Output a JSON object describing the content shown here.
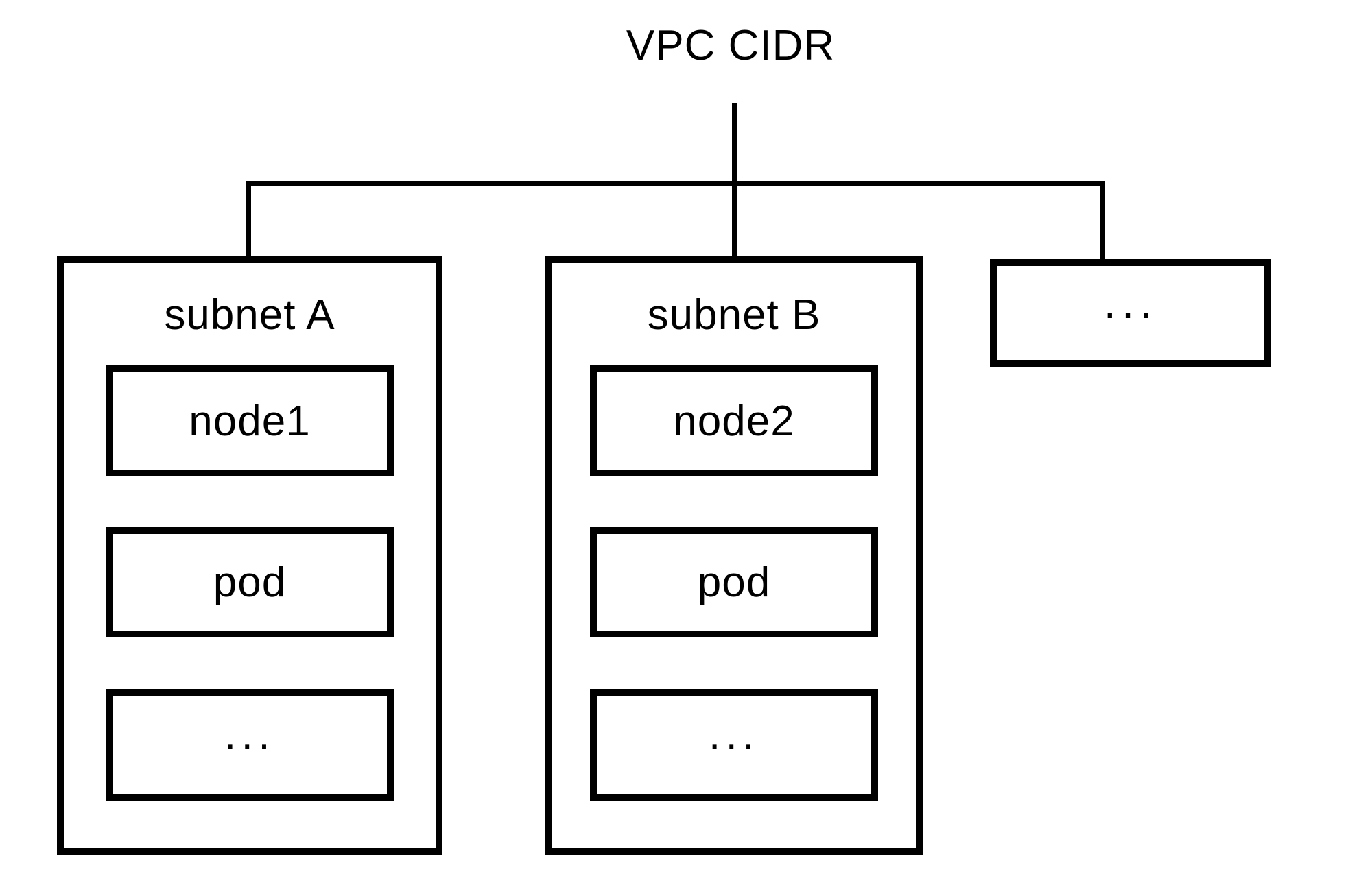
{
  "diagram": {
    "title": "VPC CIDR",
    "subnets": [
      {
        "label": "subnet A",
        "children": [
          "node1",
          "pod",
          "..."
        ]
      },
      {
        "label": "subnet B",
        "children": [
          "node2",
          "pod",
          "..."
        ]
      },
      {
        "label": "..."
      }
    ]
  },
  "colors": {
    "stroke": "#000000",
    "background": "#ffffff",
    "text": "#000000"
  }
}
